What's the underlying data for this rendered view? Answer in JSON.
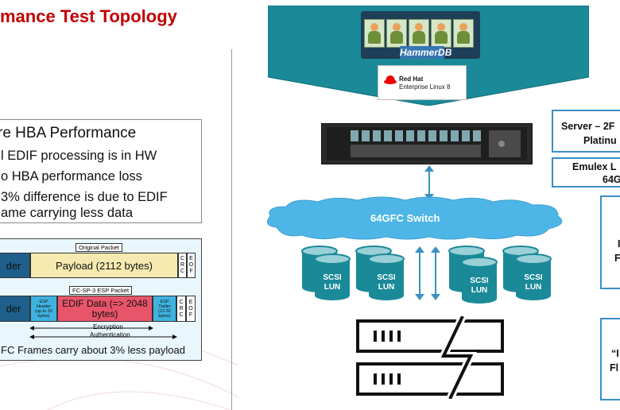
{
  "title": "mance Test Topology",
  "hba_box": {
    "heading": "re HBA Performance",
    "lines": [
      "l EDIF processing is in HW",
      "o HBA performance loss",
      "3% difference is due to EDIF",
      "ame carrying less data"
    ]
  },
  "packet_diagram": {
    "original_caption": "Original Packet",
    "header_label_1": "der",
    "payload_label": "Payload (2112 bytes)",
    "crc_label": "C\nR\nC",
    "eof_label": "E\nO\nF",
    "esp_caption": "FC-SP-3 ESP Packet",
    "header_label_2": "der",
    "esp_header": "ESP\nHeader\n(up to 32\nbytes)",
    "edif_data": "EDIF Data (=> 2048\nbytes)",
    "esp_trailer": "ESP\nTrailer\n(12-32\nbytes)",
    "encryption": "Encryption",
    "authentication": "Authentication",
    "footer": "FC Frames carry about 3% less payload"
  },
  "software": {
    "hammerdb": "HammerDB",
    "redhat_line1": "Red Hat",
    "redhat_line2": "Enterprise Linux 8"
  },
  "server_box": {
    "line1": "Server – 2F",
    "line2": "Platinu"
  },
  "emulex_box": {
    "line1": "Emulex L",
    "line2": "64G"
  },
  "right_box_1": {
    "line1": "I",
    "line2": "F"
  },
  "right_box_2": {
    "line1": "“I",
    "line2": "Fl"
  },
  "switch_label": "64GFC Switch",
  "lun_label_1": "SCSI",
  "lun_label_2": "LUN",
  "colors": {
    "title_red": "#c00000",
    "teal": "#1b8a98",
    "accent_blue": "#3b8fc4",
    "payload_yellow": "#f6eab0",
    "edif_red": "#e8556a"
  }
}
